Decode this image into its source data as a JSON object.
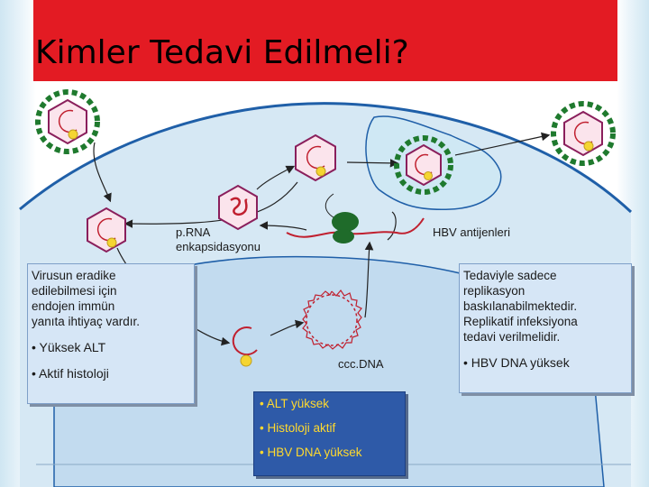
{
  "title": "Kimler Tedavi Edilmeli?",
  "labels": {
    "prna": "p.RNA",
    "enkapsidasyon": "enkapsidasyonu",
    "hbv_antijenleri": "HBV antijenleri",
    "cccdna": "ccc.DNA"
  },
  "left_box": {
    "lines": [
      "Virusun eradike",
      "edilebilmesi için",
      "endojen immün",
      "yanıta ihtiyaç vardır."
    ],
    "bullets": [
      "• Yüksek ALT",
      "• Aktif histoloji"
    ]
  },
  "right_box": {
    "lines": [
      "Tedaviyle sadece",
      "replikasyon",
      "baskılanabilmektedir.",
      "Replikatif infeksiyona",
      "tedavi verilmelidir."
    ],
    "bullet": "• HBV DNA yüksek"
  },
  "bottom_box": {
    "bullets": [
      "• ALT yüksek",
      "• Histoloji aktif",
      "• HBV DNA yüksek"
    ]
  },
  "colors": {
    "title_bar": "#e31b23",
    "envelope": "#1f7a2e",
    "capsid": "#8a1f5c",
    "cell": "#cfe3f2",
    "nucleus": "#bcd6ec",
    "membrane": "#1f5fa8"
  }
}
